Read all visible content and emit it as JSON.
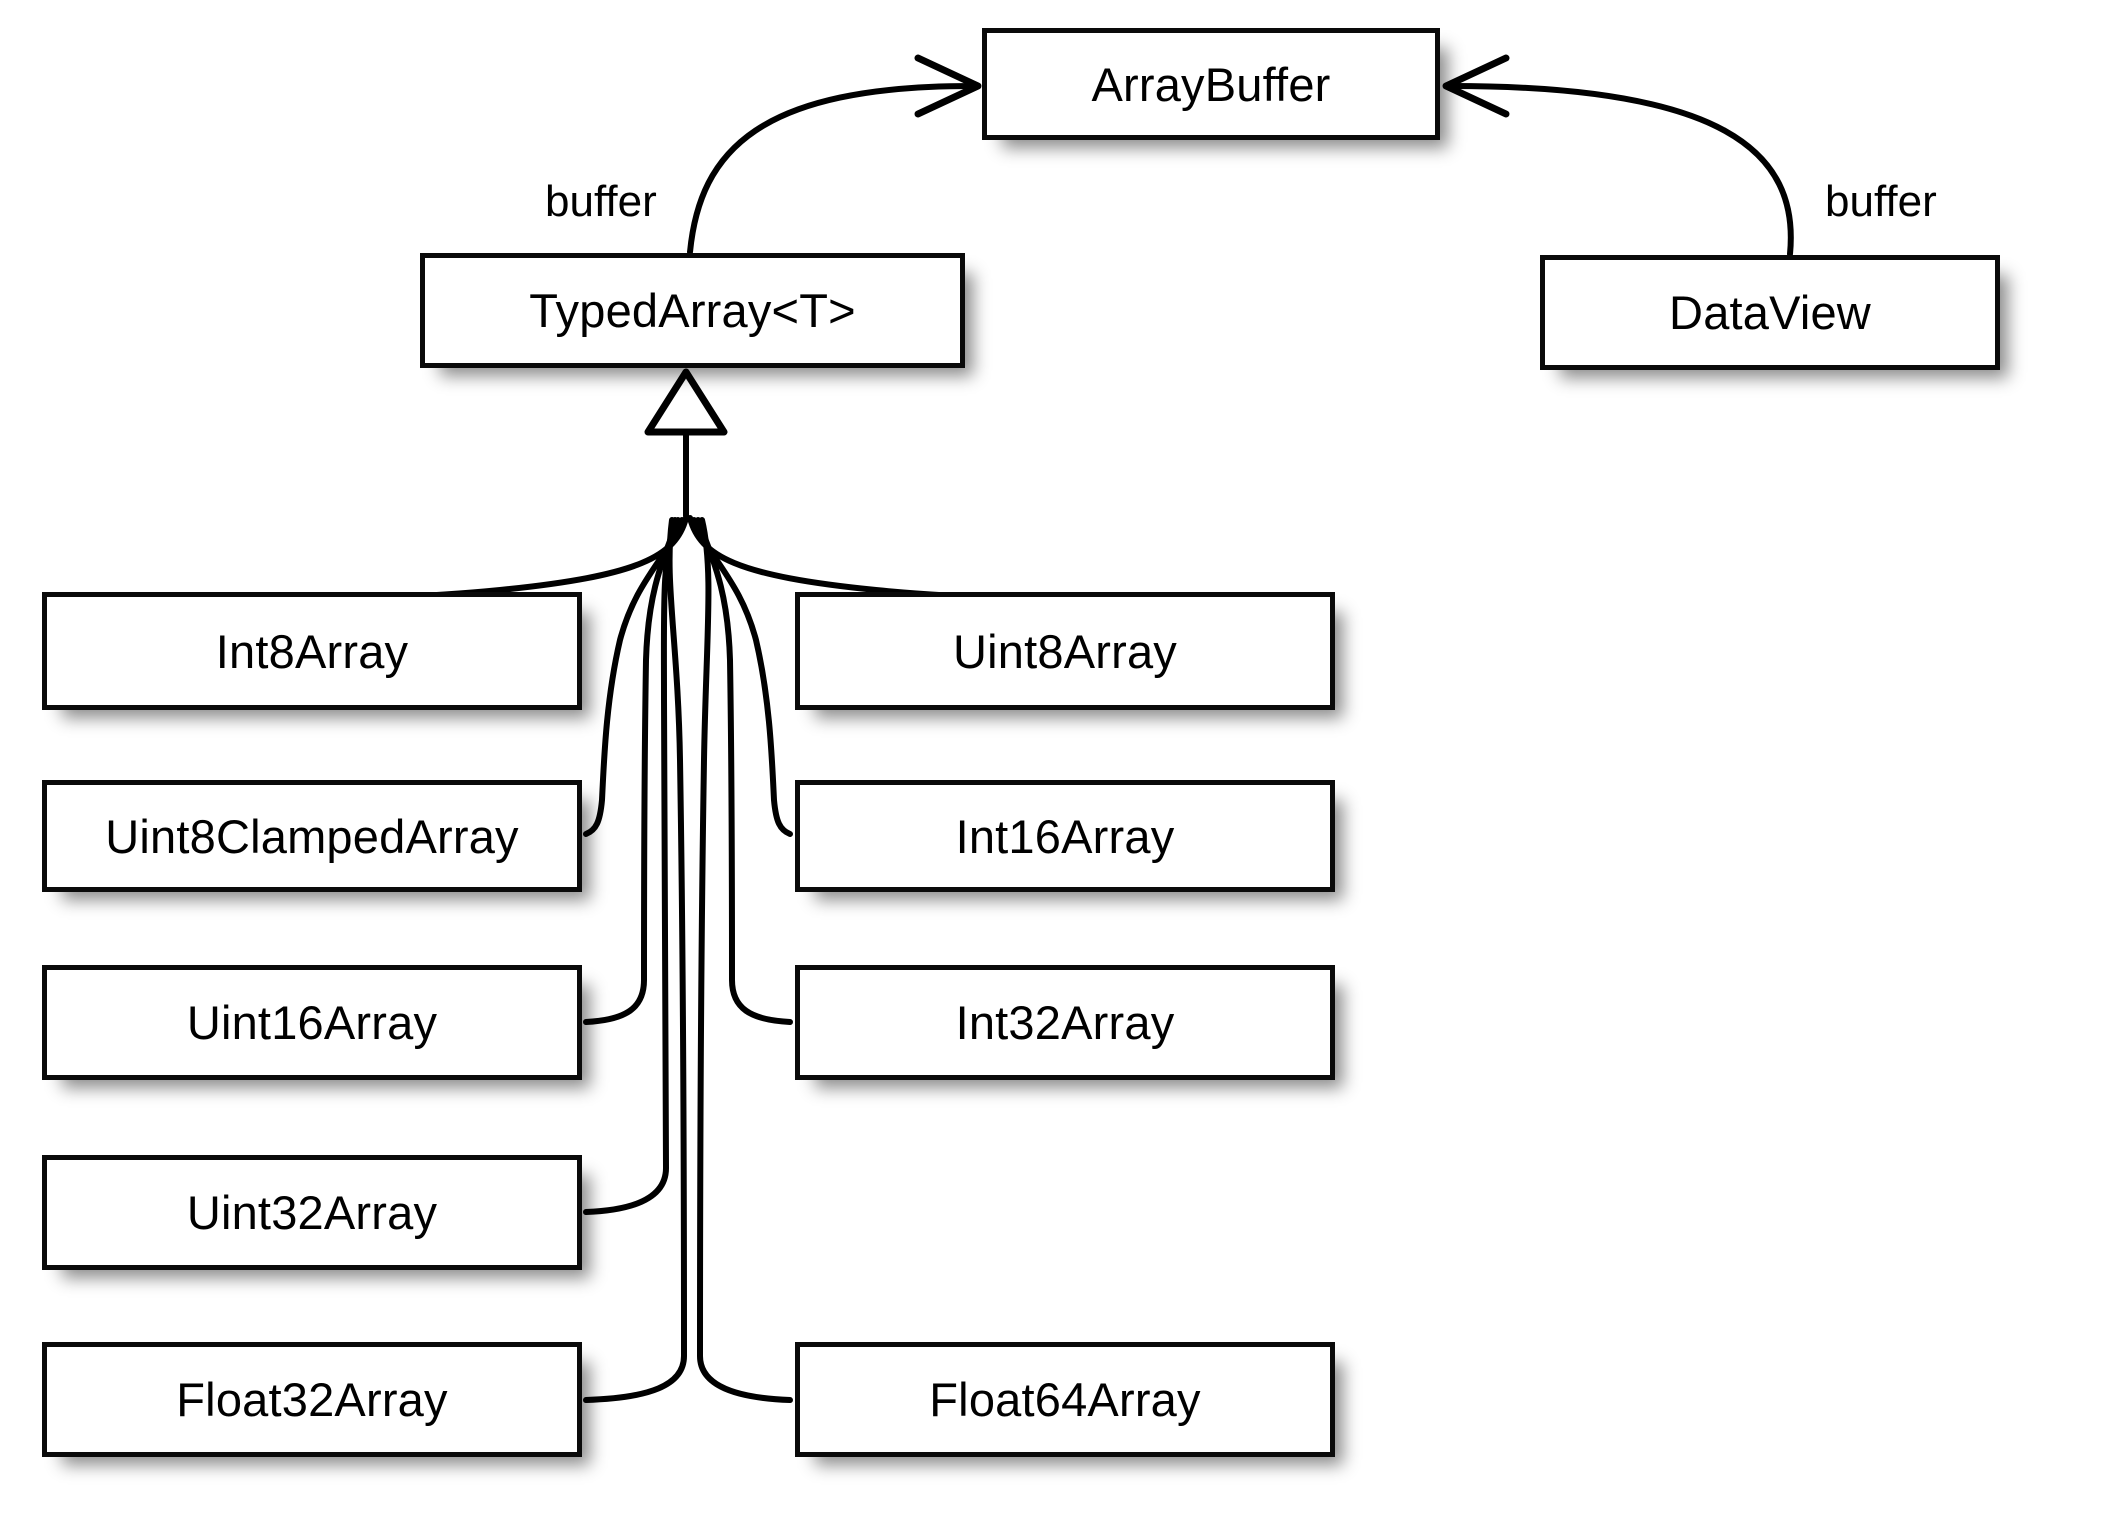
{
  "diagram": {
    "title": "JavaScript TypedArray / ArrayBuffer class diagram",
    "type": "uml-class-diagram",
    "background_color": "#ffffff",
    "line_color": "#000000",
    "node_fill": "#ffffff",
    "nodes": [
      {
        "id": "arraybuffer",
        "label": "ArrayBuffer"
      },
      {
        "id": "typedarray",
        "label": "TypedArray<T>"
      },
      {
        "id": "dataview",
        "label": "DataView"
      },
      {
        "id": "int8array",
        "label": "Int8Array"
      },
      {
        "id": "uint8array",
        "label": "Uint8Array"
      },
      {
        "id": "uint8clampedarray",
        "label": "Uint8ClampedArray"
      },
      {
        "id": "int16array",
        "label": "Int16Array"
      },
      {
        "id": "uint16array",
        "label": "Uint16Array"
      },
      {
        "id": "int32array",
        "label": "Int32Array"
      },
      {
        "id": "uint32array",
        "label": "Uint32Array"
      },
      {
        "id": "float32array",
        "label": "Float32Array"
      },
      {
        "id": "float64array",
        "label": "Float64Array"
      }
    ],
    "edges": [
      {
        "from": "typedarray",
        "to": "arraybuffer",
        "label": "buffer",
        "kind": "association-arrow"
      },
      {
        "from": "dataview",
        "to": "arraybuffer",
        "label": "buffer",
        "kind": "association-arrow"
      },
      {
        "from": "int8array",
        "to": "typedarray",
        "label": "",
        "kind": "generalization"
      },
      {
        "from": "uint8array",
        "to": "typedarray",
        "label": "",
        "kind": "generalization"
      },
      {
        "from": "uint8clampedarray",
        "to": "typedarray",
        "label": "",
        "kind": "generalization"
      },
      {
        "from": "int16array",
        "to": "typedarray",
        "label": "",
        "kind": "generalization"
      },
      {
        "from": "uint16array",
        "to": "typedarray",
        "label": "",
        "kind": "generalization"
      },
      {
        "from": "int32array",
        "to": "typedarray",
        "label": "",
        "kind": "generalization"
      },
      {
        "from": "uint32array",
        "to": "typedarray",
        "label": "",
        "kind": "generalization"
      },
      {
        "from": "float32array",
        "to": "typedarray",
        "label": "",
        "kind": "generalization"
      },
      {
        "from": "float64array",
        "to": "typedarray",
        "label": "",
        "kind": "generalization"
      }
    ],
    "edge_labels": {
      "typedarray_buffer": "buffer",
      "dataview_buffer": "buffer"
    }
  }
}
